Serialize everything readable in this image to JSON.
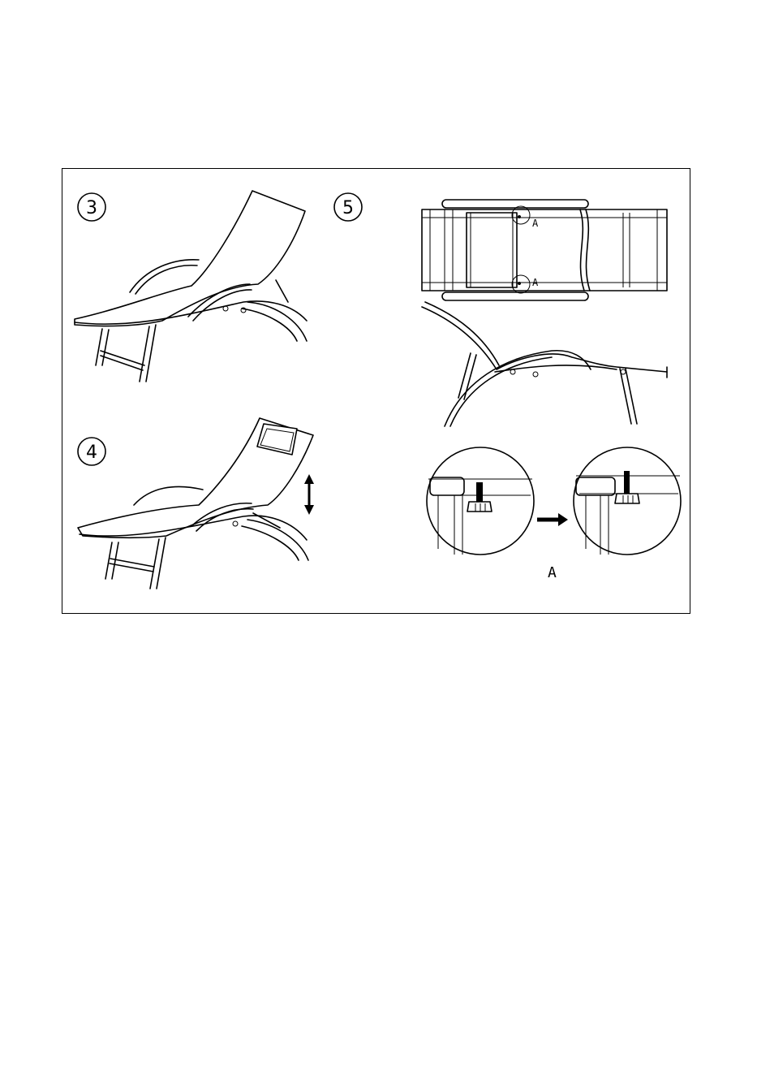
{
  "steps": [
    {
      "number": "3"
    },
    {
      "number": "4"
    },
    {
      "number": "5"
    }
  ],
  "callouts": {
    "top_marker": "A",
    "bottom_marker": "A",
    "detail_label": "A"
  },
  "icons": [
    "up-down-arrow-icon",
    "right-arrow-icon"
  ]
}
